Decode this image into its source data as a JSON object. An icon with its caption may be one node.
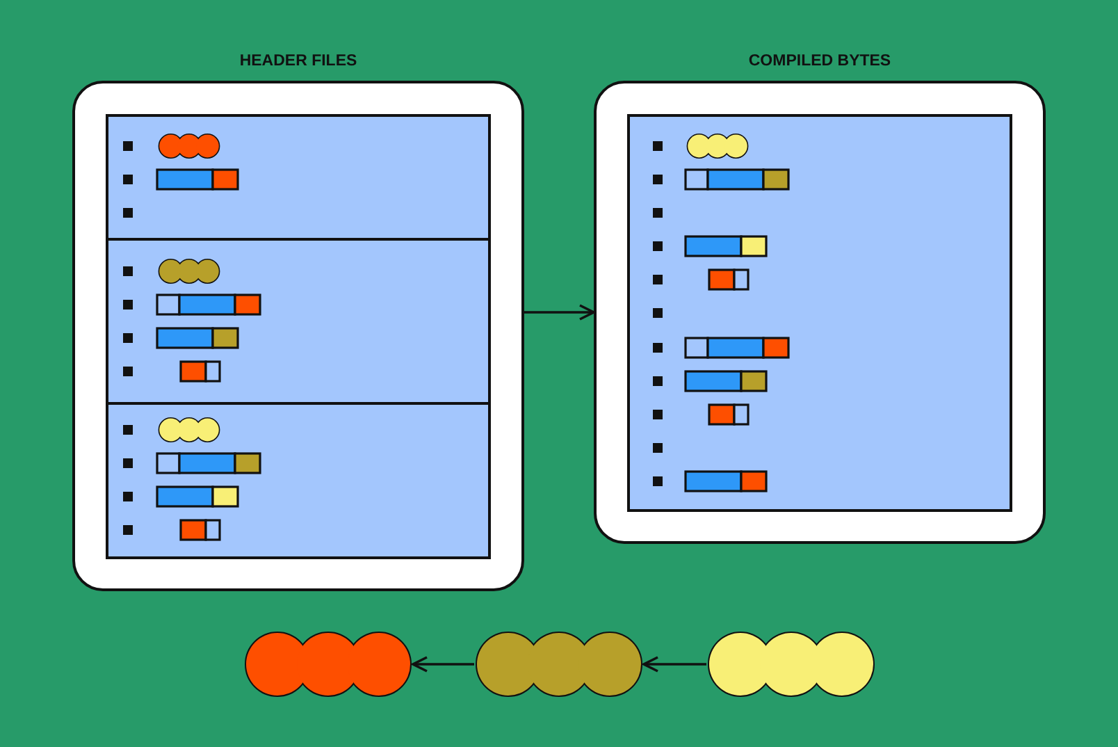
{
  "diagram": {
    "nodes": [
      {
        "text": [
          "HEADER FILES"
        ]
      },
      {
        "text": [
          "COMPILED BYTES"
        ]
      },
      {
        "text": [],
        "shape": "circle"
      },
      {
        "text": [],
        "shape": "circle"
      },
      {
        "text": [],
        "shape": "circle"
      }
    ],
    "edges": [
      {
        "from": 0,
        "to": 1,
        "arrow": "to"
      },
      {
        "from": 4,
        "to": 3,
        "arrow": "to"
      },
      {
        "from": 3,
        "to": 2,
        "arrow": "to"
      }
    ]
  }
}
